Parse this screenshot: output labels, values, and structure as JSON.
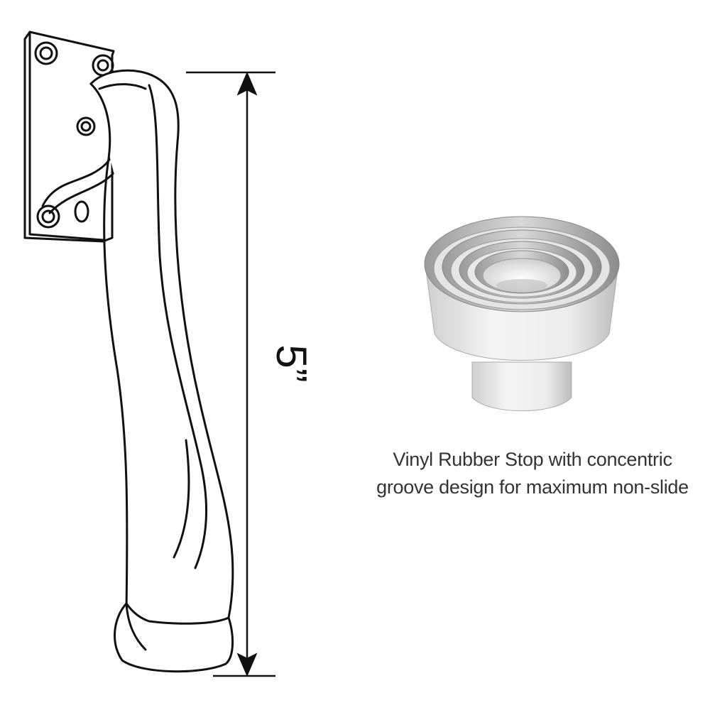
{
  "dimension": {
    "label": "5”"
  },
  "caption": {
    "line1": "Vinyl Rubber Stop with concentric",
    "line2": "groove design for maximum non-slide"
  }
}
